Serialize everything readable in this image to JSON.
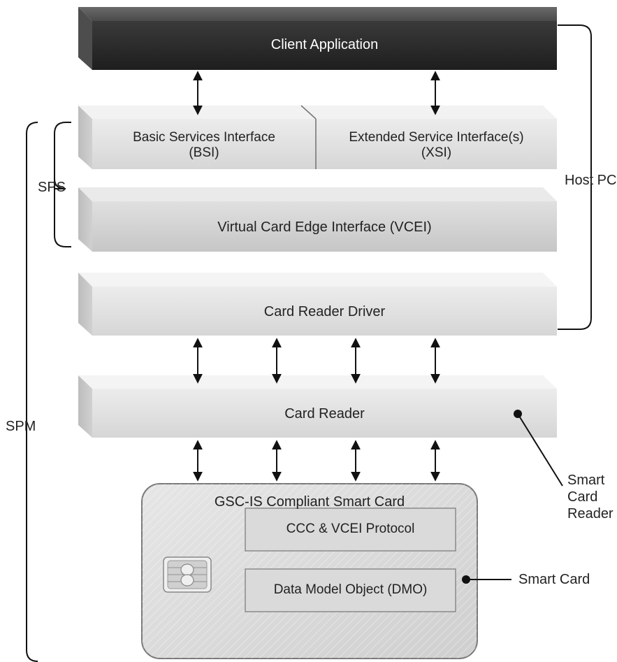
{
  "layers": {
    "client_application": "Client Application",
    "bsi": {
      "line1": "Basic Services Interface",
      "line2": "(BSI)"
    },
    "xsi": {
      "line1": "Extended Service Interface(s)",
      "line2": "(XSI)"
    },
    "vcei": "Virtual Card Edge Interface (VCEI)",
    "card_reader_driver": "Card Reader Driver",
    "card_reader": "Card Reader"
  },
  "smart_card": {
    "title": "GSC-IS Compliant Smart Card",
    "ccc_protocol": "CCC & VCEI Protocol",
    "dmo": "Data Model Object (DMO)"
  },
  "brackets": {
    "host_pc": "Host PC",
    "sps": "SPS",
    "spm": "SPM"
  },
  "callouts": {
    "smart_card_reader": {
      "line1": "Smart",
      "line2": "Card",
      "line3": "Reader"
    },
    "smart_card": "Smart Card"
  },
  "colors": {
    "client_top": "#2b2b2b",
    "client_bottom": "#555555",
    "slab_face": "#e4e4e4",
    "slab_top": "#f4f4f4",
    "slab_side": "#b8b8b8",
    "card_fill": "#d9d9d9",
    "card_border": "#7a7a7a"
  }
}
